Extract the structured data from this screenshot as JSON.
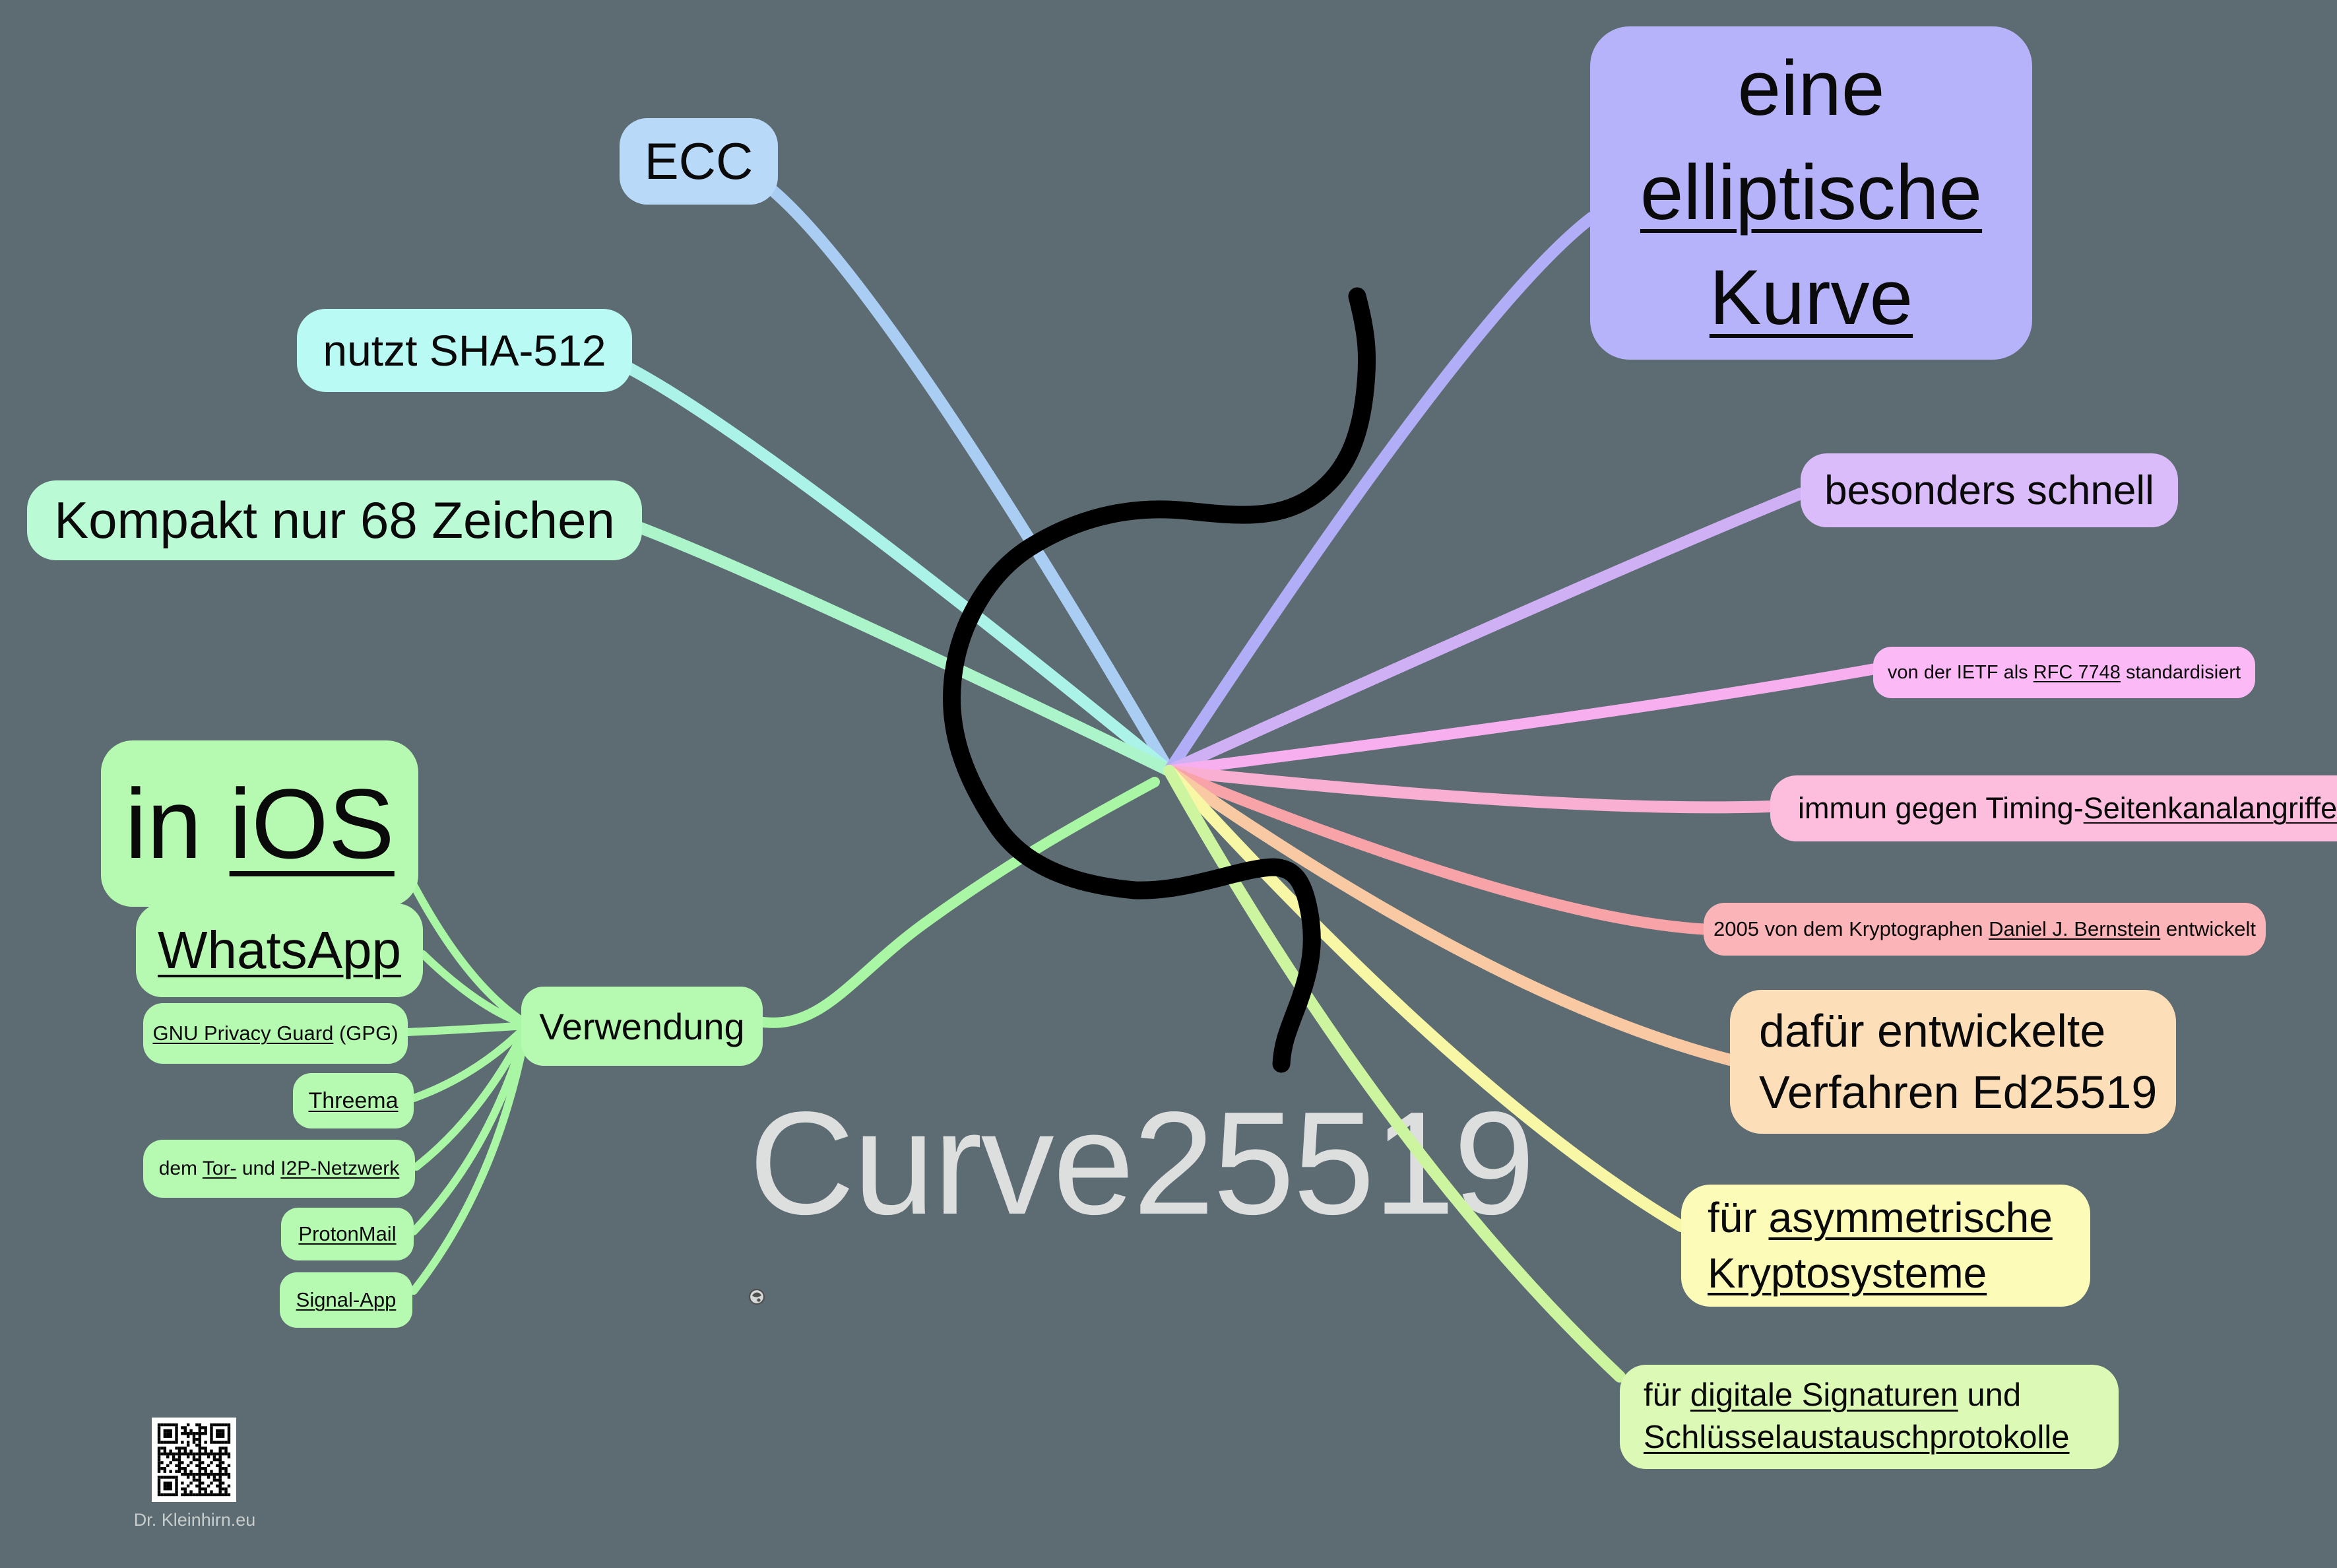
{
  "background": "#5D6C72",
  "watermark": {
    "text": "Curve25519",
    "color": "#DDDFDF"
  },
  "footer": {
    "caption": "Dr. Kleinhirn.eu"
  },
  "icons": {
    "qr": "qr-code",
    "scribble": "scribble-ball-icon"
  },
  "nodes": {
    "ecc": {
      "color": "#B9D9F9",
      "line_color": "#AACDF4",
      "lines": [
        [
          {
            "t": "ECC"
          }
        ]
      ]
    },
    "sha": {
      "color": "#B9FAF4",
      "line_color": "#ABF2E9",
      "lines": [
        [
          {
            "t": "nutzt SHA-512"
          }
        ]
      ]
    },
    "kompakt": {
      "color": "#BAFAD5",
      "line_color": "#ACF4C9",
      "lines": [
        [
          {
            "t": "Kompakt nur 68 Zeichen"
          }
        ]
      ]
    },
    "ios": {
      "color": "#B6F9B0",
      "line_color": "#A9F6A4",
      "lines": [
        [
          {
            "t": "in "
          },
          {
            "t": "iOS",
            "u": true
          }
        ]
      ]
    },
    "whatsapp": {
      "color": "#B6F9B0",
      "line_color": "#A9F6A4",
      "lines": [
        [
          {
            "t": "WhatsApp",
            "u": true
          }
        ]
      ]
    },
    "gpg": {
      "color": "#B6F9B0",
      "line_color": "#A9F6A4",
      "lines": [
        [
          {
            "t": "GNU Privacy Guard",
            "u": true
          },
          {
            "t": " (GPG)"
          }
        ]
      ]
    },
    "threema": {
      "color": "#B6F9B0",
      "line_color": "#A9F6A4",
      "lines": [
        [
          {
            "t": "Threema",
            "u": true
          }
        ]
      ]
    },
    "tor": {
      "color": "#B6F9B0",
      "line_color": "#A9F6A4",
      "lines": [
        [
          {
            "t": "dem "
          },
          {
            "t": "Tor-",
            "u": true
          },
          {
            "t": " und "
          },
          {
            "t": "I2P-Netzwerk",
            "u": true
          }
        ]
      ]
    },
    "protonmail": {
      "color": "#B6F9B0",
      "line_color": "#A9F6A4",
      "lines": [
        [
          {
            "t": "ProtonMail",
            "u": true
          }
        ]
      ]
    },
    "signal": {
      "color": "#B6F9B0",
      "line_color": "#A9F6A4",
      "lines": [
        [
          {
            "t": "Signal-App",
            "u": true
          }
        ]
      ]
    },
    "verwendung": {
      "color": "#B6F9B0",
      "line_color": "#A9F6A4",
      "lines": [
        [
          {
            "t": "Verwendung"
          }
        ]
      ]
    },
    "kurve": {
      "color": "#B6B3FA",
      "line_color": "#B1ADF7",
      "lines": [
        [
          {
            "t": "eine"
          }
        ],
        [
          {
            "t": "elliptische",
            "u": true
          }
        ],
        [
          {
            "t": "Kurve",
            "u": true
          }
        ]
      ]
    },
    "schnell": {
      "color": "#DBBCFA",
      "line_color": "#CFB0F5",
      "lines": [
        [
          {
            "t": "besonders schnell"
          }
        ]
      ]
    },
    "rfc": {
      "color": "#FBBAF5",
      "line_color": "#F7AFF0",
      "lines": [
        [
          {
            "t": "von der IETF als "
          },
          {
            "t": "RFC 7748",
            "u": true
          },
          {
            "t": " standardisiert"
          }
        ]
      ]
    },
    "immun": {
      "color": "#FCBEDC",
      "line_color": "#F9AFD2",
      "lines": [
        [
          {
            "t": "immun gegen Timing-"
          },
          {
            "t": "Seitenkanalangriffe",
            "u": true
          }
        ]
      ]
    },
    "bernstein": {
      "color": "#FBB4B8",
      "line_color": "#F7A3A8",
      "lines": [
        [
          {
            "t": "2005 von dem Kryptographen "
          },
          {
            "t": "Daniel J. Bernstein",
            "u": true
          },
          {
            "t": " entwickelt"
          }
        ]
      ]
    },
    "ed25519": {
      "color": "#FCDFB8",
      "line_color": "#F9C9A3",
      "lines": [
        [
          {
            "t": "dafür entwickelte"
          }
        ],
        [
          {
            "t": "Verfahren Ed25519"
          }
        ]
      ]
    },
    "asym": {
      "color": "#FCFCB8",
      "line_color": "#F7F7A6",
      "lines": [
        [
          {
            "t": "für "
          },
          {
            "t": "asymmetrische",
            "u": true
          }
        ],
        [
          {
            "t": "Kryptosysteme",
            "u": true
          }
        ]
      ]
    },
    "digitale": {
      "color": "#DCFAB6",
      "line_color": "#CDF5A0",
      "lines": [
        [
          {
            "t": "für "
          },
          {
            "t": "digitale Signaturen",
            "u": true
          },
          {
            "t": " und"
          }
        ],
        [
          {
            "t": "Schlüsselaustauschprotokolle",
            "u": true
          }
        ]
      ]
    }
  }
}
